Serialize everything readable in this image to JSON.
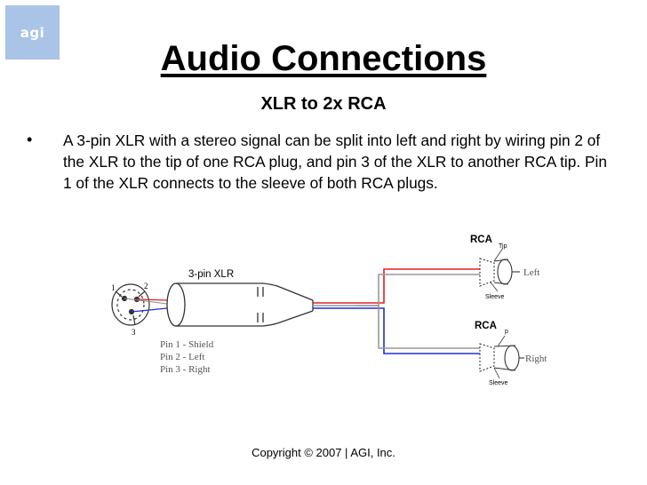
{
  "logo": {
    "text": "agi",
    "color": "#a9c4e6"
  },
  "title": "Audio Connections",
  "subtitle": "XLR to 2x RCA",
  "bullet": {
    "marker": "•",
    "text": "A 3-pin XLR with a stereo signal can be split into left and right by wiring pin 2 of the XLR to the tip of one RCA plug, and pin 3 of the XLR to another RCA tip. Pin 1 of the XLR connects to the sleeve of both RCA plugs."
  },
  "diagram": {
    "xlr_label": "3-pin XLR",
    "pin_numbers": [
      "1",
      "2",
      "3"
    ],
    "pin_legend": [
      "Pin 1 - Shield",
      "Pin 2 - Left",
      "Pin 3 - Right"
    ],
    "rca_top": {
      "label": "RCA",
      "tip": "Tip",
      "sleeve": "Sleeve",
      "channel": "Left"
    },
    "rca_bottom": {
      "label": "RCA",
      "tip": "p",
      "sleeve": "Sleeve",
      "channel": "Right"
    },
    "colors": {
      "left_wire": "#e02020",
      "right_wire": "#2030d0",
      "shield_wire": "#888888",
      "outline": "#333333"
    }
  },
  "footer": "Copyright © 2007 | AGI, Inc."
}
